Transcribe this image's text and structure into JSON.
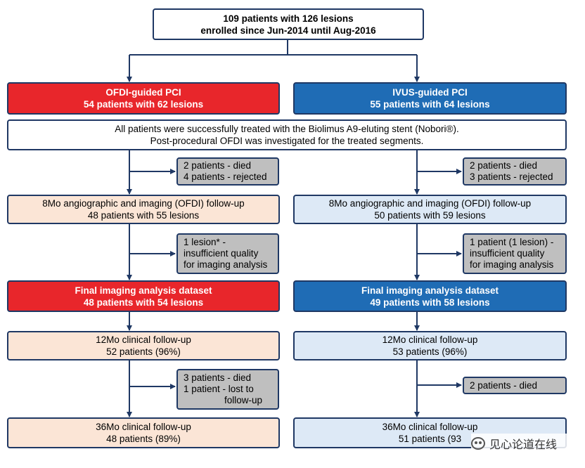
{
  "enrolled": {
    "line1": "109 patients with 126 lesions",
    "line2": "enrolled since Jun-2014 until Aug-2016"
  },
  "ofdi": {
    "title": "OFDI-guided  PCI",
    "subtitle": "54 patients with 62 lesions",
    "excl1": [
      "2 patients - died",
      "4 patients - rejected"
    ],
    "followup8": [
      "8Mo angiographic and imaging (OFDI) follow-up",
      "48 patients with 55 lesions"
    ],
    "excl2": [
      "1 lesion* -",
      "insufficient quality",
      "for imaging analysis"
    ],
    "final": [
      "Final imaging analysis dataset",
      "48 patients with 54 lesions"
    ],
    "followup12": [
      "12Mo clinical follow-up",
      "52 patients (96%)"
    ],
    "excl3": [
      "3 patients - died",
      "1 patient - lost to",
      "follow-up"
    ],
    "followup36": [
      "36Mo clinical follow-up",
      "48 patients (89%)"
    ]
  },
  "ivus": {
    "title": "IVUS-guided  PCI",
    "subtitle": "55 patients with 64 lesions",
    "excl1": [
      "2 patients - died",
      "3 patients - rejected"
    ],
    "followup8": [
      "8Mo angiographic and imaging (OFDI) follow-up",
      "50 patients with 59 lesions"
    ],
    "excl2": [
      "1 patient (1 lesion) -",
      "insufficient quality",
      "for imaging analysis"
    ],
    "final": [
      "Final imaging analysis dataset",
      "49 patients with 58 lesions"
    ],
    "followup12": [
      "12Mo clinical follow-up",
      "53 patients (96%)"
    ],
    "excl3": [
      "2 patients - died"
    ],
    "followup36": [
      "36Mo clinical follow-up",
      "51 patients (93"
    ]
  },
  "treated": {
    "line1": "All patients were successfully treated with the Biolimus A9-eluting stent (Nobori®).",
    "line2": "Post-procedural OFDI was investigated for the treated segments."
  },
  "watermark": "见心论道在线",
  "colors": {
    "red": "#e8262b",
    "blue": "#1f6cb5",
    "navy": "#1f3864",
    "peach": "#fbe5d6",
    "lightblue": "#dde9f6",
    "gray": "#bfbfbf"
  }
}
